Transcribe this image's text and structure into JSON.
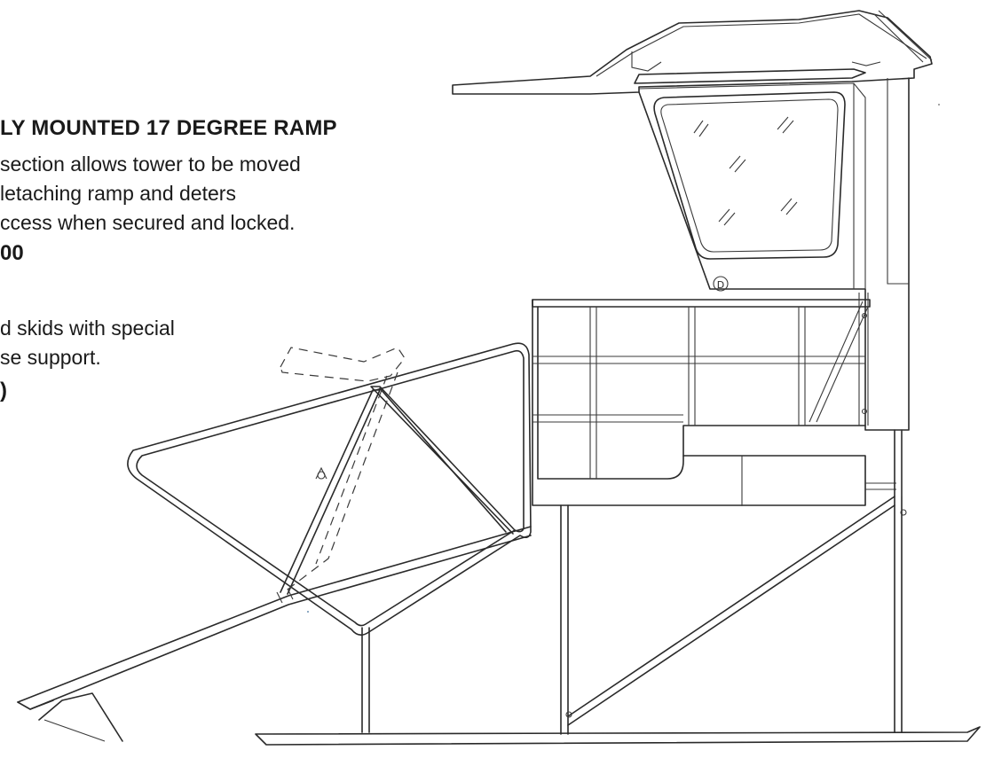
{
  "ramp_option": {
    "heading": "LY MOUNTED 17 DEGREE RAMP",
    "lines": [
      "section allows tower to be moved",
      "letaching ramp and deters",
      "ccess when secured and locked."
    ],
    "price": "00"
  },
  "skid_option": {
    "lines": [
      "d skids with special",
      "se support."
    ],
    "price": ")"
  },
  "drawing": {
    "door_marker": "D",
    "icons": [
      "lifeguard-tower-drawing"
    ]
  }
}
